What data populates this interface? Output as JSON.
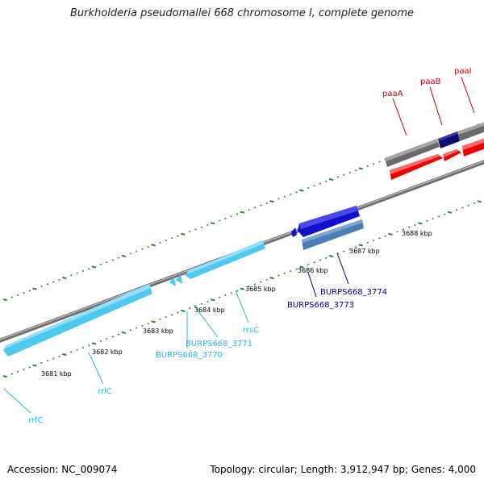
{
  "title": "Burkholderia pseudomallei 668 chromosome I, complete genome",
  "footer": {
    "accession": "Accession: NC_009074",
    "summary": "Topology: circular; Length: 3,912,947 bp; Genes: 4,000"
  },
  "colors": {
    "backbone": "#8c8c8c",
    "tick": "#2a8a2a",
    "rrna": "#4dc8ef",
    "cds_dark": "#1010cc",
    "cds_steel": "#4a7fb5",
    "gray_gene": "#707070",
    "navy_gene": "#0a0a70",
    "red_gene": "#ee0000",
    "label_red": "#cc0000",
    "label_navy": "#00008b",
    "label_cyan": "#29b6e6"
  },
  "kbp_labels": [
    "3681 kbp",
    "3682 kbp",
    "3683 kbp",
    "3684 kbp",
    "3685 kbp",
    "3686 kbp",
    "3687 kbp",
    "3688 kbp"
  ],
  "gene_labels": {
    "paaA": "paaA",
    "paaB": "paaB",
    "paaI": "paaI",
    "burps_3774": "BURPS668_3774",
    "burps_3773": "BURPS668_3773",
    "rrsC": "rrsC",
    "burps_3771": "BURPS668_3771",
    "burps_3770": "BURPS668_3770",
    "rrlC": "rrlC",
    "rrfC": "rrfC"
  }
}
